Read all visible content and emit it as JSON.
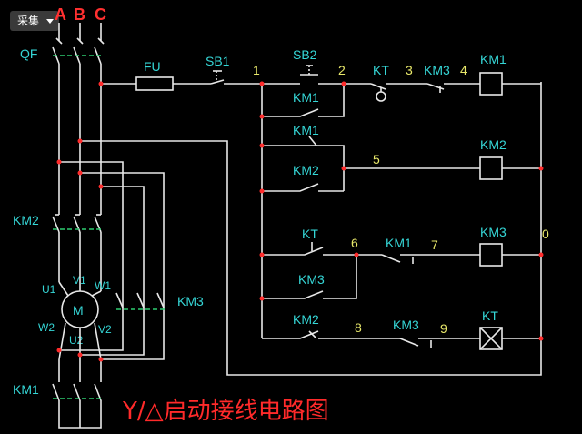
{
  "toolbar": {
    "collect_label": "采集"
  },
  "phases": [
    "A",
    "B",
    "C"
  ],
  "labels": {
    "qf": "QF",
    "fu": "FU",
    "sb1": "SB1",
    "sb2": "SB2",
    "kt": "KT",
    "km1": "KM1",
    "km2": "KM2",
    "km3": "KM3",
    "m": "M",
    "u1": "U1",
    "v1": "V1",
    "w1": "W1",
    "u2": "U2",
    "v2": "V2",
    "w2": "W2"
  },
  "nodes": [
    "1",
    "2",
    "3",
    "4",
    "5",
    "6",
    "7",
    "8",
    "9",
    "0"
  ],
  "title": "Y/△启动接线电路图",
  "colors": {
    "wire": "#e8e8e8",
    "label": "#35d6d6",
    "node": "#e8e86a",
    "junction": "#ff2b2b",
    "mechanical_link": "#2ecc71",
    "title": "#ff2a2a"
  }
}
